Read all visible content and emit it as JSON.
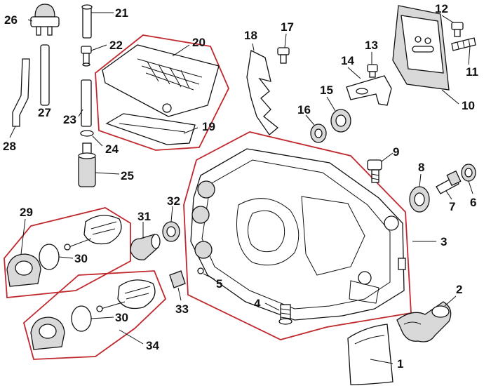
{
  "diagram": {
    "colors": {
      "group_outline": "#c0282d",
      "line": "#111111",
      "part_fill": "#ffffff",
      "shade": "#d9d9d9"
    },
    "callouts": [
      "1",
      "2",
      "3",
      "4",
      "5",
      "6",
      "7",
      "8",
      "9",
      "10",
      "11",
      "12",
      "13",
      "14",
      "15",
      "16",
      "17",
      "18",
      "19",
      "20",
      "21",
      "22",
      "23",
      "24",
      "25",
      "26",
      "27",
      "28",
      "29",
      "30",
      "30",
      "31",
      "32",
      "33",
      "34"
    ]
  }
}
